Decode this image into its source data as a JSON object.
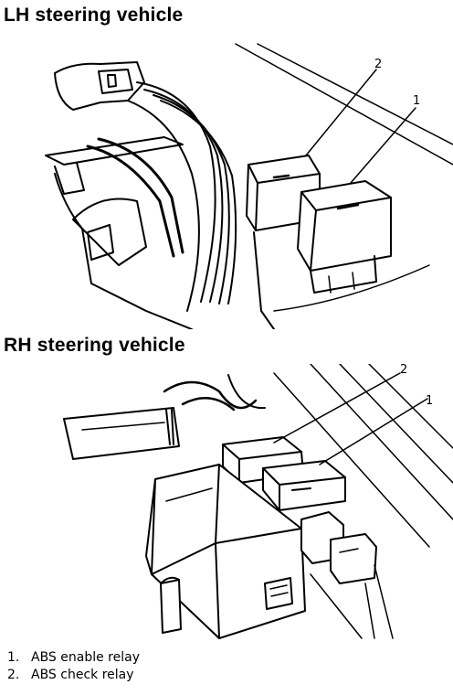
{
  "sections": [
    {
      "heading": "LH steering vehicle",
      "callouts": [
        "2",
        "1"
      ]
    },
    {
      "heading": "RH steering vehicle",
      "callouts": [
        "2",
        "1"
      ]
    }
  ],
  "legend": [
    {
      "number": "1.",
      "label": "ABS enable relay"
    },
    {
      "number": "2.",
      "label": "ABS check relay"
    }
  ]
}
